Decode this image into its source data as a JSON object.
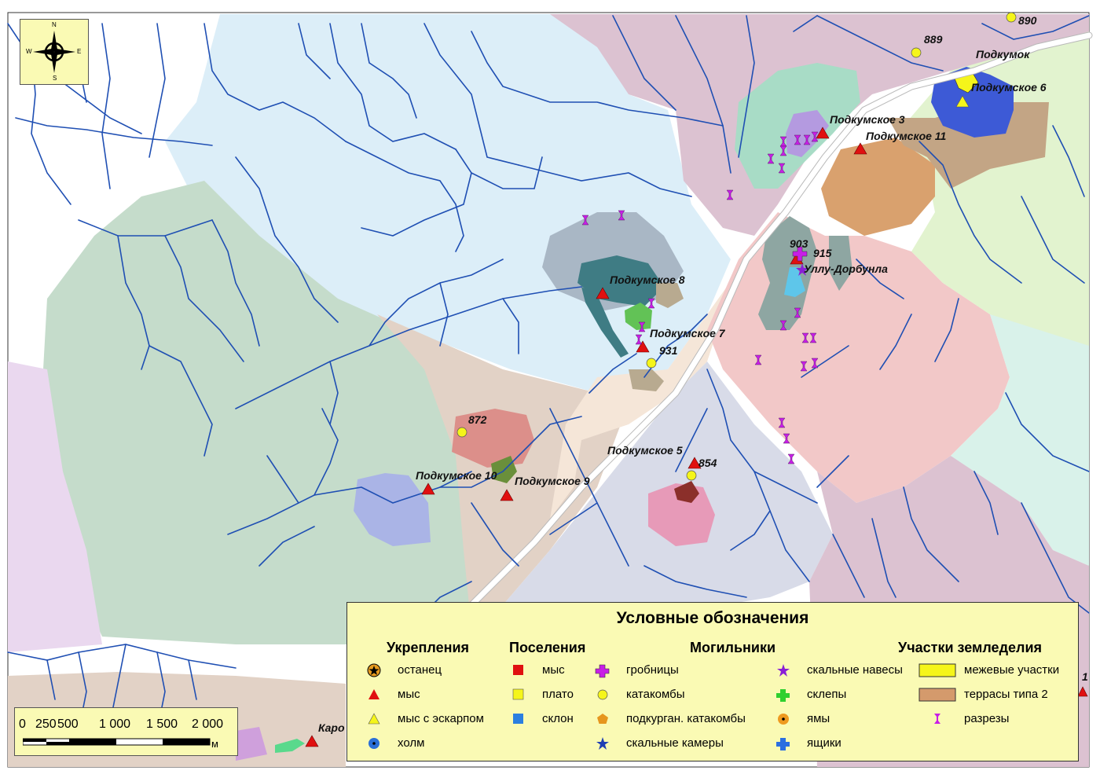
{
  "map": {
    "site_labels": [
      {
        "id": "podkumok",
        "text": "Подкумок"
      },
      {
        "id": "s6",
        "text": "Подкумское 6"
      },
      {
        "id": "s3",
        "text": "Подкумское 3"
      },
      {
        "id": "s11",
        "text": "Подкумское 11"
      },
      {
        "id": "s8",
        "text": "Подкумское 8"
      },
      {
        "id": "s7",
        "text": "Подкумское 7"
      },
      {
        "id": "ullu",
        "text": "Уллу-Дорбунла"
      },
      {
        "id": "s5",
        "text": "Подкумское 5"
      },
      {
        "id": "s10",
        "text": "Подкумское 10"
      },
      {
        "id": "s9",
        "text": "Подкумское 9"
      },
      {
        "id": "karo",
        "text": "Каро"
      }
    ],
    "number_labels": [
      {
        "id": "n890",
        "text": "890"
      },
      {
        "id": "n889",
        "text": "889"
      },
      {
        "id": "n903",
        "text": "903"
      },
      {
        "id": "n915",
        "text": "915"
      },
      {
        "id": "n931",
        "text": "931"
      },
      {
        "id": "n872",
        "text": "872"
      },
      {
        "id": "n854",
        "text": "854"
      },
      {
        "id": "nedge",
        "text": "1"
      }
    ]
  },
  "north_arrow": {
    "n": "N",
    "s": "S",
    "w": "W",
    "e": "E"
  },
  "scale": {
    "ticks": [
      "0",
      "250",
      "500",
      "1 000",
      "1 500",
      "2 000"
    ],
    "unit": "м"
  },
  "legend": {
    "title": "Условные обозначения",
    "groups": {
      "fortifications": "Укрепления",
      "settlements": "Поселения",
      "burials": "Могильники",
      "fields": "Участки земледелия"
    },
    "fortifications": [
      "останец",
      "мыс",
      "мыс с эскарпом",
      "холм"
    ],
    "settlements": [
      "мыс",
      "плато",
      "склон"
    ],
    "burials_col1": [
      "гробницы",
      "катакомбы",
      "подкурган. катакомбы",
      "скальные камеры"
    ],
    "burials_col2": [
      "скальные навесы",
      "склепы",
      "ямы",
      "ящики"
    ],
    "fields": [
      "межевые участки",
      "террасы типа 2",
      "разрезы"
    ]
  },
  "colors": {
    "river": "#1f4fb3",
    "legend_bg": "#fafab4",
    "red_triangle": "#e01010",
    "yellow_point": "#f5f51a",
    "magenta_marker": "#c81ee6"
  }
}
